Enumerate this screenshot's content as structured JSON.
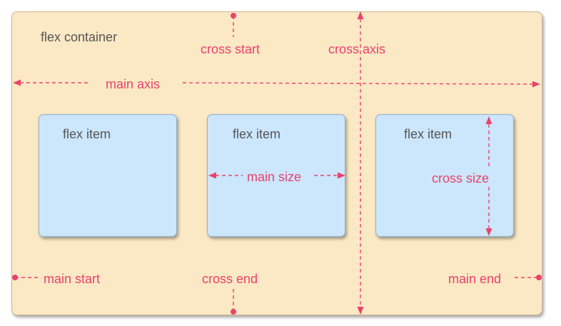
{
  "diagram": {
    "container_label": "flex container",
    "item_label": "flex item",
    "labels": {
      "cross_start": "cross start",
      "cross_axis": "cross axis",
      "main_axis": "main axis",
      "main_size": "main size",
      "cross_size": "cross size",
      "main_start": "main start",
      "cross_end": "cross end",
      "main_end": "main end"
    },
    "colors": {
      "container_fill": "#fbe8c4",
      "item_fill": "#cce6fb",
      "annotation": "#e8436c",
      "label_text": "#555555"
    }
  }
}
